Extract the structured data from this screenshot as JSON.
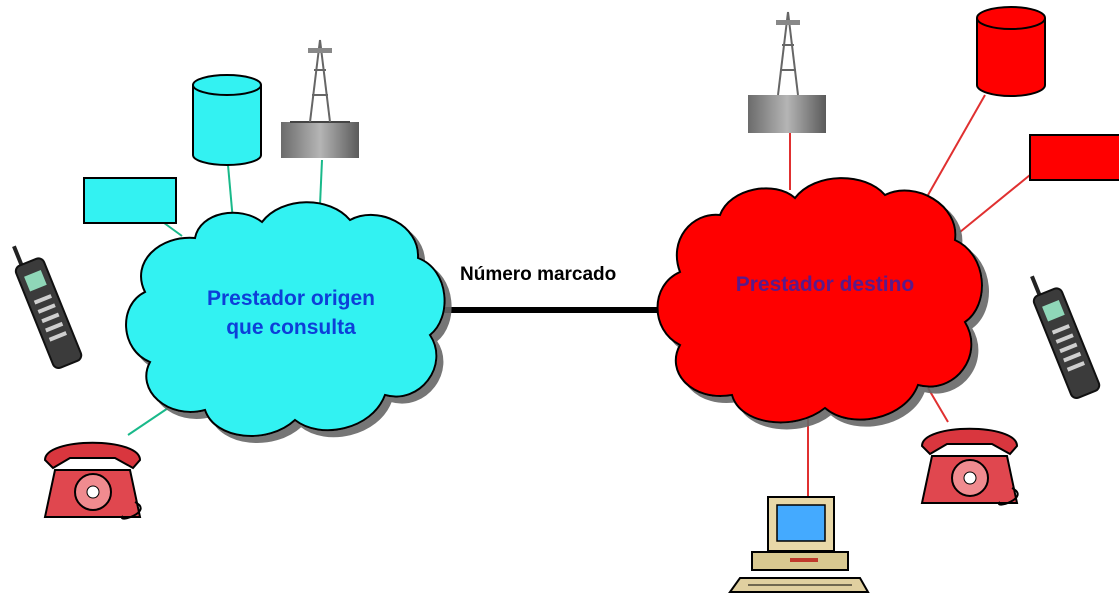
{
  "origin": {
    "label_line1": "Prestador origen",
    "label_line2": "que consulta",
    "fill": "#33f2f2",
    "text_color": "#0d3fd8",
    "link_color": "#19b98a"
  },
  "destination": {
    "label": "Prestador destino",
    "fill": "#ff0000",
    "text_color": "#5a1a8a",
    "link_color": "#e03030"
  },
  "link": {
    "label": "Número marcado",
    "color": "#000000"
  },
  "icons": {
    "tower": "cell-tower-icon",
    "database": "database-cylinder-icon",
    "server": "server-box-icon",
    "mobile": "mobile-phone-icon",
    "landline": "rotary-telephone-icon",
    "computer": "desktop-computer-icon"
  }
}
